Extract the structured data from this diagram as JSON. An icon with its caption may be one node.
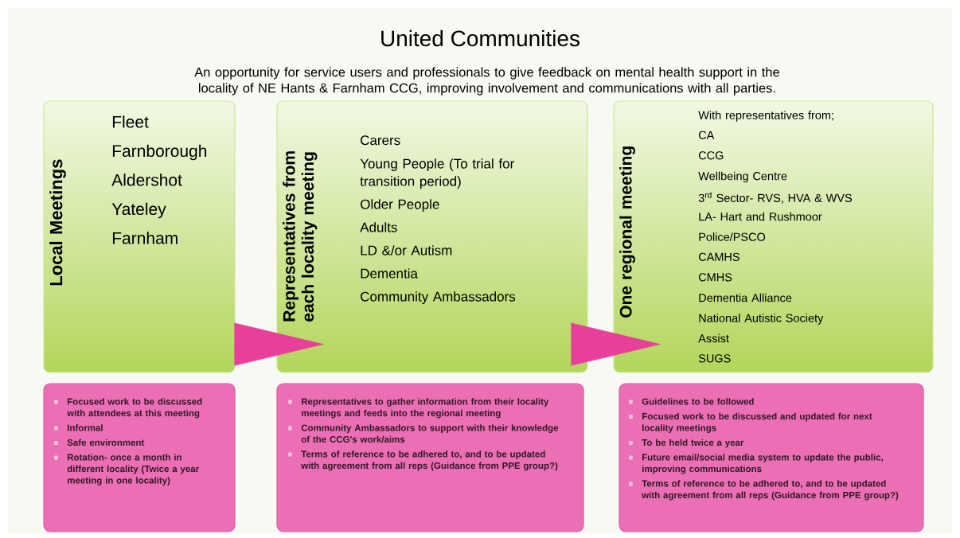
{
  "diagram": {
    "title": "United Communities",
    "caption": "An opportunity for service users and professionals to give feedback on mental health support in the locality of NE Hants & Farnham CCG, improving involvement and communications with all parties.",
    "nodes": [
      {
        "text": [
          "Local Meetings",
          "Fleet",
          "Farnborough",
          "Aldershot",
          "Yateley",
          "Farnham"
        ]
      },
      {
        "text": [
          "Representatives from each locality meeting",
          "Carers",
          "Young People (To trial for transition period)",
          "Older People",
          "Adults",
          "LD &/or Autism",
          "Dementia",
          "Community Ambassadors"
        ]
      },
      {
        "text": [
          "One regional meeting",
          "With representatives from;",
          "CA",
          "CCG",
          "Wellbeing Centre",
          "3$^{rd}$ Sector- RVS, HVA & WVS",
          "LA- Hart and Rushmoor",
          "Police/PSCO",
          "CAMHS",
          "CMHS",
          "Dementia Alliance",
          "National Autistic Society",
          "Assist",
          "SUGS"
        ]
      },
      {
        "text": [
          "Focused work to be discussed with attendees at this meeting",
          "Informal",
          "Safe environment",
          "Rotation- once a month in different locality (Twice a year meeting in one locality)"
        ]
      },
      {
        "text": [
          "Representatives to gather information from their locality meetings and feeds into the regional meeting",
          "Community Ambassadors to support with their knowledge of the CCG's work/aims",
          "Terms of reference to be adhered to, and to be updated with agreement from all reps (Guidance from PPE group?)"
        ]
      },
      {
        "text": [
          "Guidelines to be followed",
          "Focused work to be discussed and updated for next locality meetings",
          "To be held twice a year",
          "Future email/social media system to update the public, improving communications",
          "Terms of reference to be adhered to, and to be updated with agreement from all reps (Guidance from PPE group?)"
        ]
      }
    ],
    "edges": [
      {
        "from": 0,
        "to": 1,
        "arrow": "to",
        "color": "#e8409a"
      },
      {
        "from": 1,
        "to": 2,
        "arrow": "to",
        "color": "#e8409a"
      }
    ]
  }
}
